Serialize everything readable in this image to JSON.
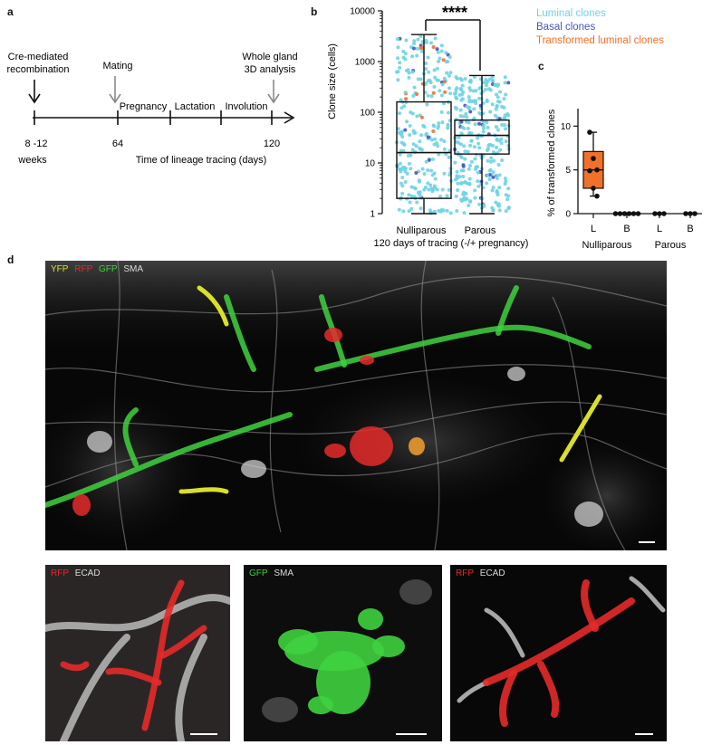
{
  "panels": {
    "a": {
      "label": "a",
      "events": {
        "cre": [
          "Cre-mediated",
          "recombination"
        ],
        "mating": "Mating",
        "whole_gland": [
          "Whole gland",
          "3D analysis"
        ]
      },
      "phases": {
        "pregnancy": "Pregnancy",
        "lactation": "Lactation",
        "involution": "Involution"
      },
      "ticks": {
        "t0": "8 -12",
        "t0_unit": "weeks",
        "t1": "64",
        "t2": "120"
      },
      "xlabel": "Time of lineage tracing (days)"
    },
    "b": {
      "label": "b",
      "significance": "****"
    },
    "c": {
      "label": "c"
    },
    "d": {
      "label": "d",
      "main_channels": [
        "YFP",
        "RFP",
        "GFP",
        "SMA"
      ],
      "sub1_channels": [
        "RFP",
        "ECAD"
      ],
      "sub2_channels": [
        "GFP",
        "SMA"
      ],
      "sub3_channels": [
        "RFP",
        "ECAD"
      ]
    }
  },
  "colors": {
    "luminal": "#6fd3e3",
    "basal": "#4a55b8",
    "transformed": "#f0712a",
    "yfp": "#d9e02a",
    "rfp": "#e52a2a",
    "gfp": "#3fd13f",
    "sma": "#cfcfcf"
  },
  "chart_data": [
    {
      "type": "box",
      "ylabel": "Clone size  (cells)",
      "xlabel": "120 days of tracing (-/+ pregnancy)",
      "yscale": "log",
      "ylim": [
        1,
        10000
      ],
      "yticks": [
        "1",
        "10",
        "100",
        "1000",
        "10000"
      ],
      "categories": [
        "Nulliparous",
        "Parous"
      ],
      "boxes": [
        {
          "min": 1,
          "q1": 2,
          "median": 16,
          "q3": 160,
          "max": 3400
        },
        {
          "min": 1,
          "q1": 15,
          "median": 35,
          "q3": 70,
          "max": 530
        }
      ],
      "legend": [
        "Luminal clones",
        "Basal clones",
        "Transformed luminal clones"
      ],
      "legend_position": "right"
    },
    {
      "type": "box",
      "ylabel": "% of transformed clones",
      "ylim": [
        0,
        12
      ],
      "yticks": [
        "0",
        "5",
        "10"
      ],
      "categories": [
        "L",
        "B",
        "L",
        "B"
      ],
      "groups": [
        "Nulliparous",
        "Parous"
      ],
      "boxes": [
        {
          "min": 2,
          "q1": 2.9,
          "median": 5,
          "q3": 7.1,
          "max": 9.3,
          "points": [
            9.3,
            6.3,
            5.0,
            4.9,
            2.9,
            2.0
          ]
        },
        {
          "points": [
            0,
            0,
            0,
            0,
            0,
            0
          ]
        },
        {
          "points": [
            0,
            0,
            0
          ]
        },
        {
          "points": [
            0,
            0,
            0
          ]
        }
      ]
    }
  ]
}
